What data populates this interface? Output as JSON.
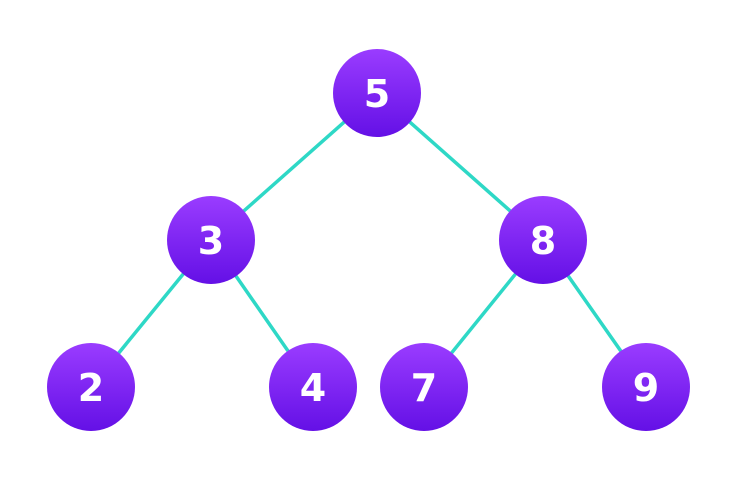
{
  "diagram": {
    "colors": {
      "background": "#ffffff",
      "node_fill_top": "#9a3cff",
      "node_fill_bottom": "#6410e6",
      "edge": "#2ed8c6",
      "label": "#ffffff"
    },
    "nodes": [
      {
        "id": "n5",
        "label": "5",
        "parent": null
      },
      {
        "id": "n3",
        "label": "3",
        "parent": "n5"
      },
      {
        "id": "n8",
        "label": "8",
        "parent": "n5"
      },
      {
        "id": "n2",
        "label": "2",
        "parent": "n3"
      },
      {
        "id": "n4",
        "label": "4",
        "parent": "n3"
      },
      {
        "id": "n7",
        "label": "7",
        "parent": "n8"
      },
      {
        "id": "n9",
        "label": "9",
        "parent": "n8"
      }
    ],
    "edges": [
      {
        "from": "n5",
        "to": "n3"
      },
      {
        "from": "n5",
        "to": "n8"
      },
      {
        "from": "n3",
        "to": "n2"
      },
      {
        "from": "n3",
        "to": "n4"
      },
      {
        "from": "n8",
        "to": "n7"
      },
      {
        "from": "n8",
        "to": "n9"
      }
    ]
  }
}
